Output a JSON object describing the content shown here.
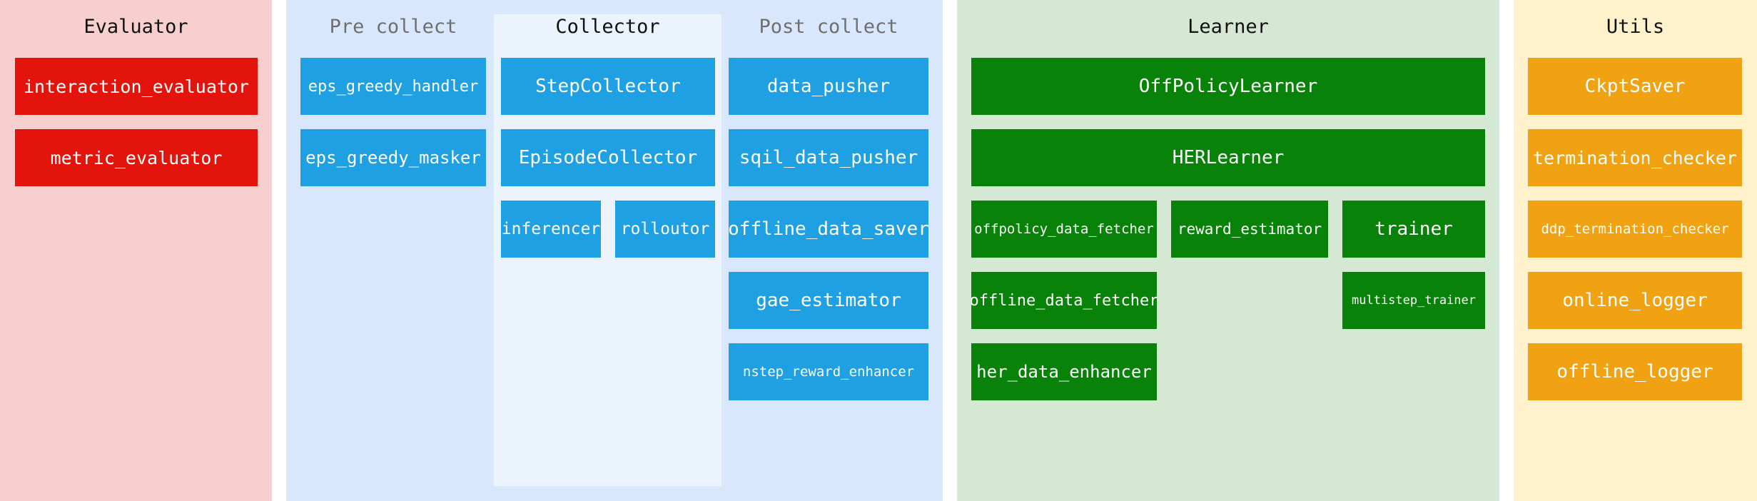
{
  "colors": {
    "evaluator_bg": "#f7cfcf",
    "pipeline_bg": "#d8e7fb",
    "collector_bg": "#ebf3fd",
    "learner_bg": "#d5e8d4",
    "utils_bg": "#fff1cc",
    "evaluator_box": "#e3140b",
    "collect_box": "#1fa0e2",
    "learner_box": "#088208",
    "utils_box": "#f0a212"
  },
  "evaluator": {
    "title": "Evaluator",
    "items": [
      "interaction_evaluator",
      "metric_evaluator"
    ]
  },
  "pre_collect": {
    "title": "Pre collect",
    "items": [
      "eps_greedy_handler",
      "eps_greedy_masker"
    ]
  },
  "collector": {
    "title": "Collector",
    "items": [
      "StepCollector",
      "EpisodeCollector",
      "inferencer",
      "rolloutor"
    ]
  },
  "post_collect": {
    "title": "Post collect",
    "items": [
      "data_pusher",
      "sqil_data_pusher",
      "offline_data_saver",
      "gae_estimator",
      "nstep_reward_enhancer"
    ]
  },
  "learner": {
    "title": "Learner",
    "items": [
      "OffPolicyLearner",
      "HERLearner",
      "offpolicy_data_fetcher",
      "reward_estimator",
      "trainer",
      "offline_data_fetcher",
      "multistep_trainer",
      "her_data_enhancer"
    ]
  },
  "utils": {
    "title": "Utils",
    "items": [
      "CkptSaver",
      "termination_checker",
      "ddp_termination_checker",
      "online_logger",
      "offline_logger"
    ]
  }
}
